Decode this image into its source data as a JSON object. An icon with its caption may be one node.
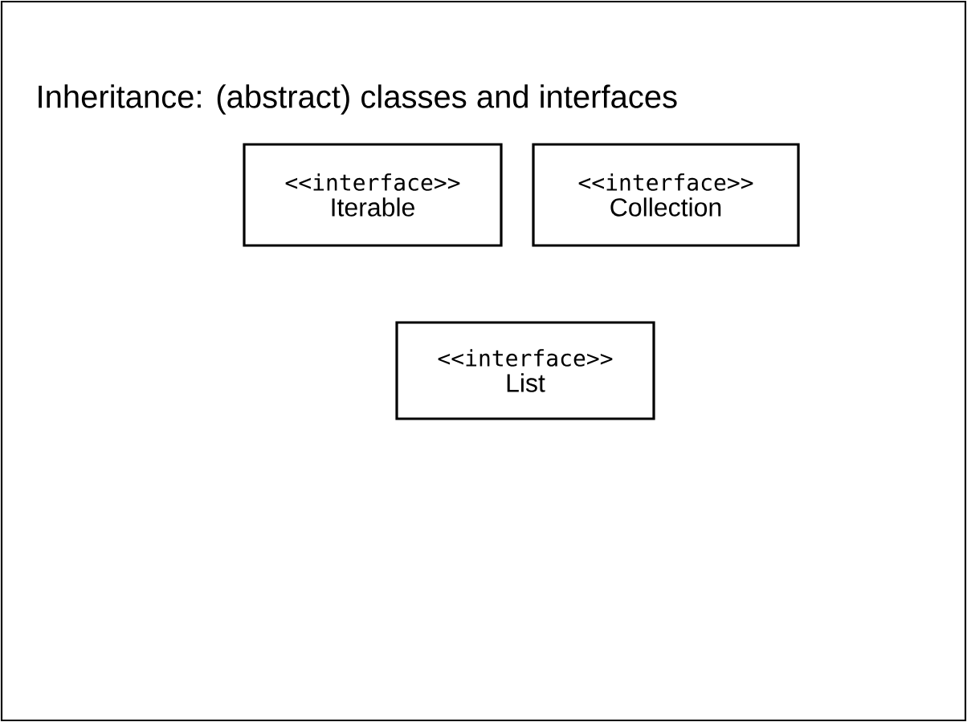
{
  "diagram": {
    "title": "Inheritance: (abstract) classes and interfaces",
    "nodes": [
      {
        "text": [
          "<<interface>>",
          "Iterable"
        ]
      },
      {
        "text": [
          "<<interface>>",
          "Collection"
        ]
      },
      {
        "text": [
          "<<interface>>",
          "List"
        ]
      }
    ]
  }
}
